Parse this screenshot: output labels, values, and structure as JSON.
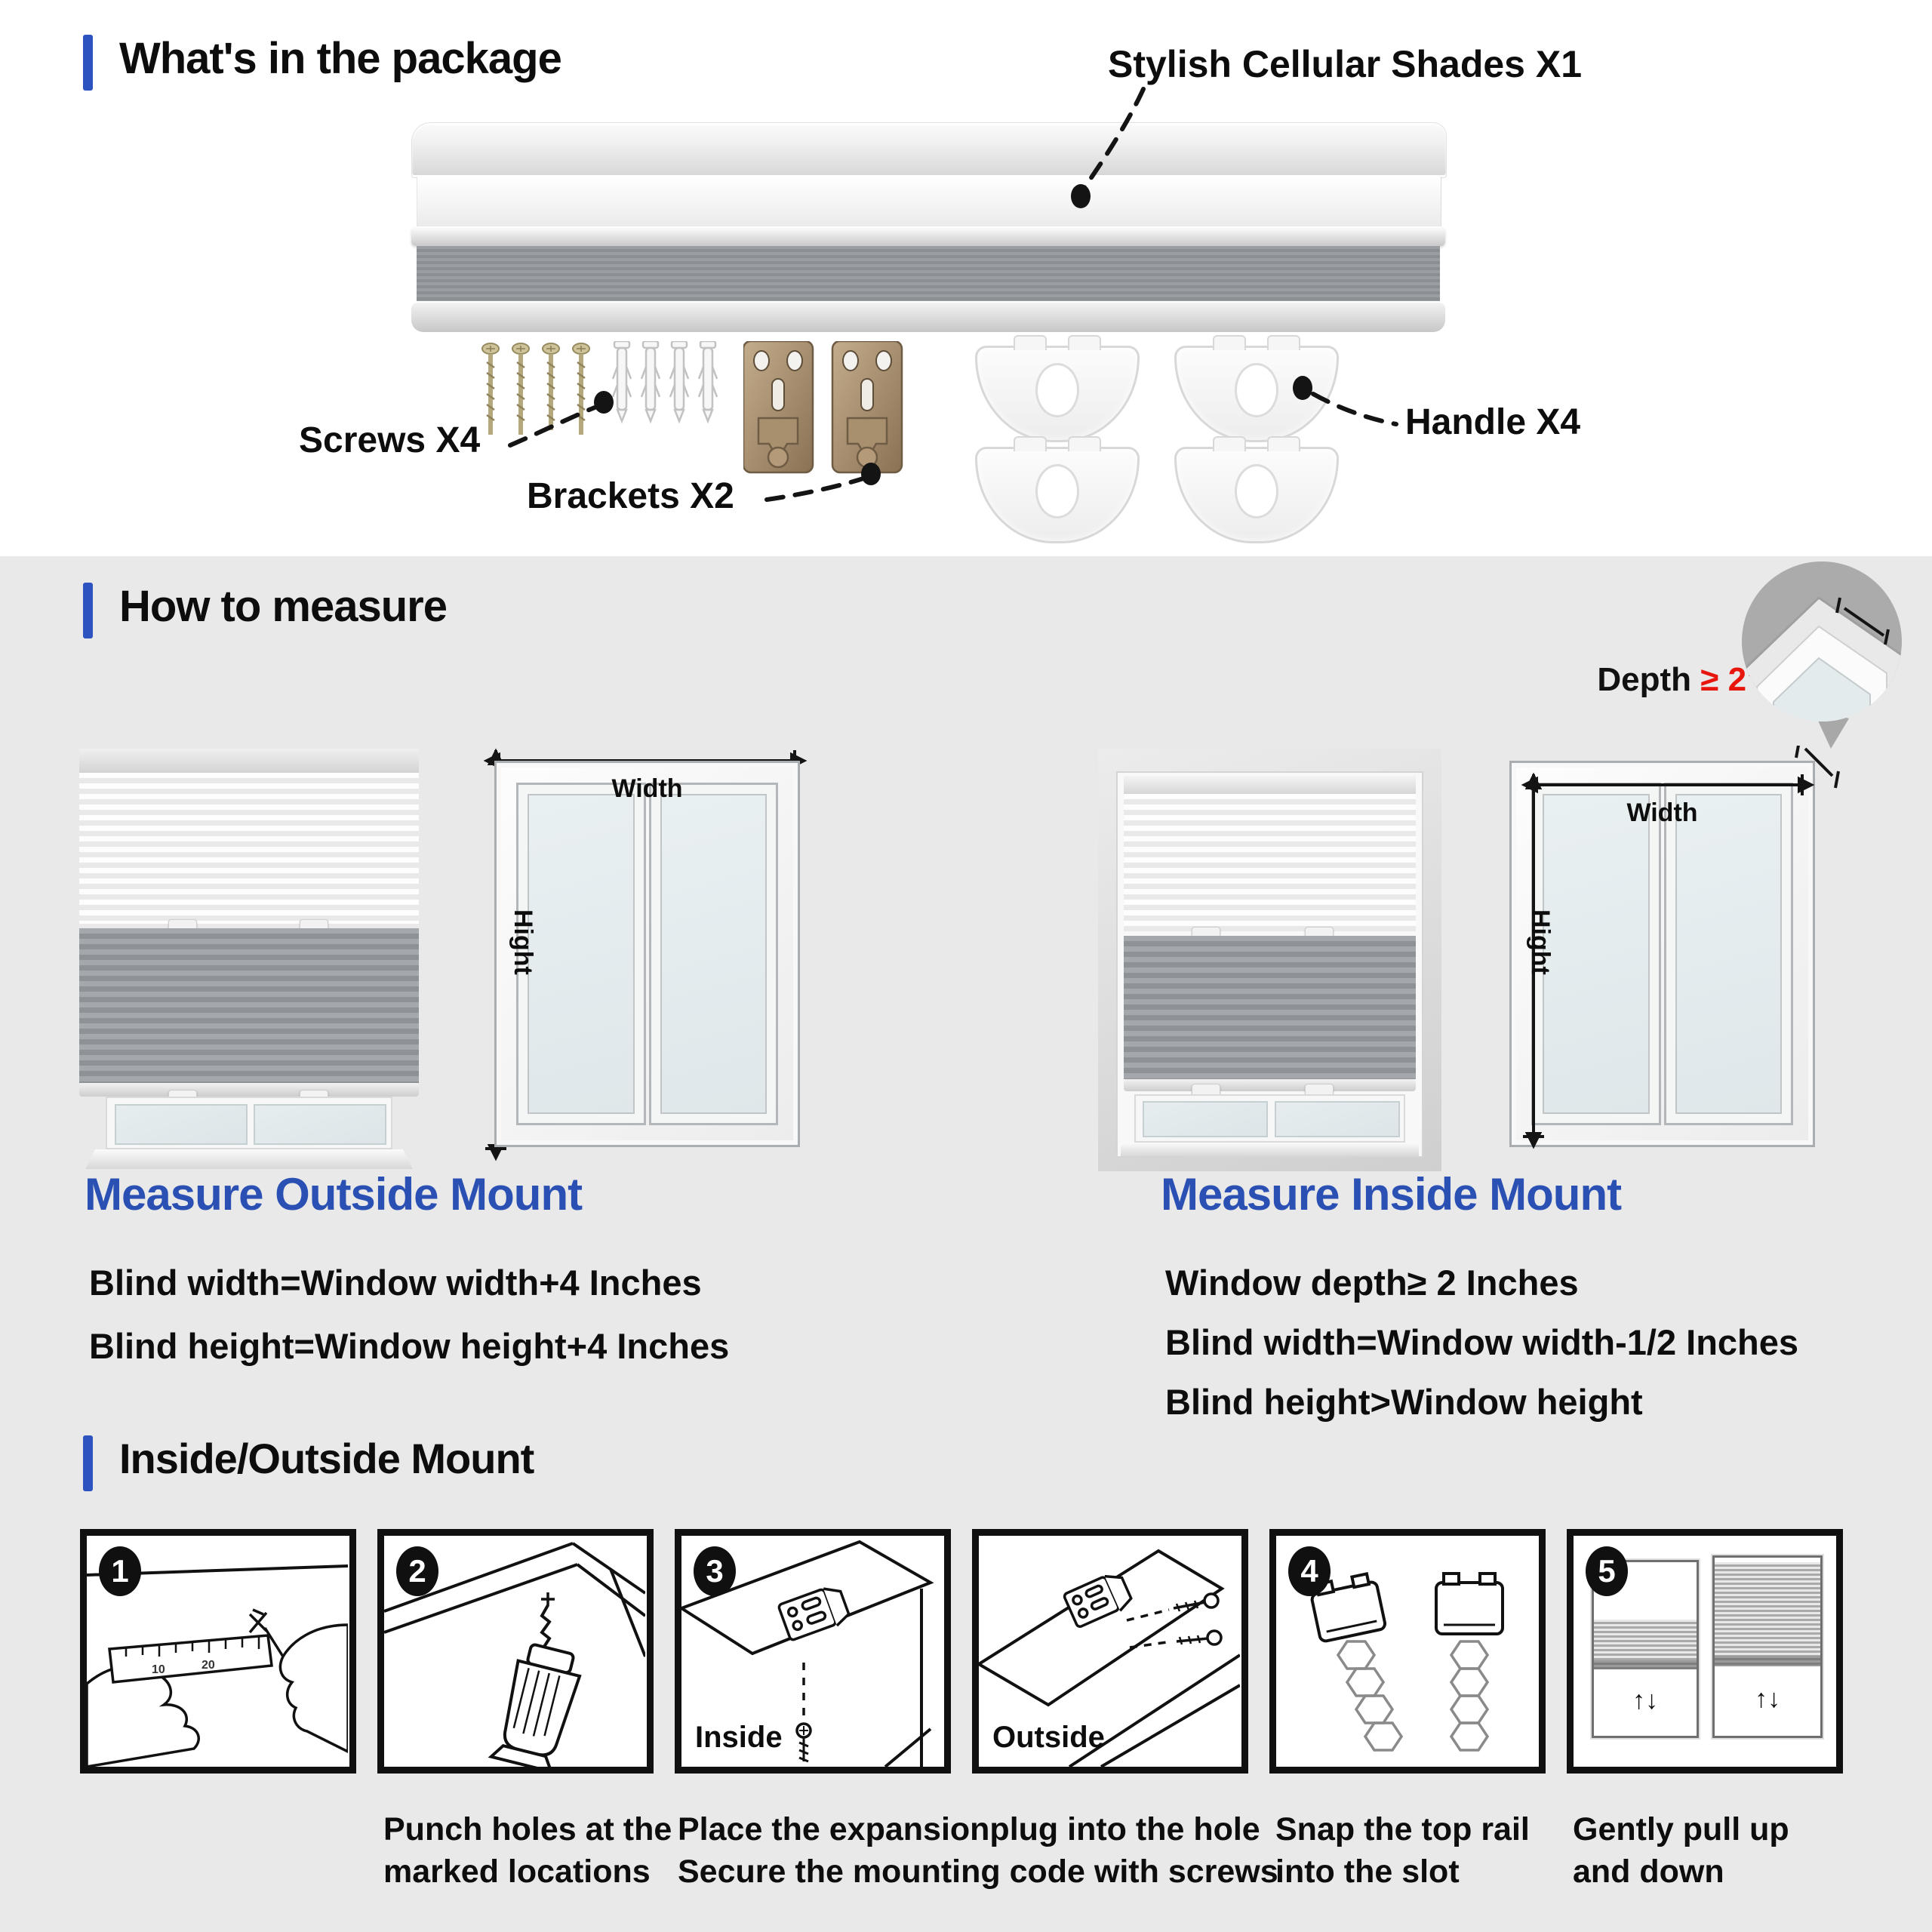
{
  "colors": {
    "accent_blue": "#2d53c0",
    "heading_blue": "#2b50b4",
    "alert_red": "#e8150c",
    "section_bg": "#e9e9e9"
  },
  "package": {
    "title": "What's in the package",
    "shade_label": "Stylish Cellular Shades X1",
    "screws_label": "Screws X4",
    "brackets_label": "Brackets X2",
    "handle_label": "Handle X4"
  },
  "measure": {
    "title": "How to measure",
    "depth_prefix": "Depth ",
    "depth_value": "≥ 2\"",
    "width_label": "Width",
    "height_label": "Hight",
    "outside": {
      "heading": "Measure Outside Mount",
      "lines": [
        "Blind width=Window width+4 Inches",
        "Blind height=Window height+4 Inches"
      ]
    },
    "inside": {
      "heading": "Measure Inside Mount",
      "lines": [
        "Window depth≥ 2 Inches",
        "Blind width=Window width-1/2 Inches",
        "Blind height>Window height"
      ]
    }
  },
  "mount": {
    "title": "Inside/Outside Mount",
    "badges": [
      "1",
      "2",
      "3",
      "4",
      "5"
    ],
    "inside_label": "Inside",
    "outside_label": "Outside",
    "ruler_marks": [
      "10",
      "20"
    ],
    "updown_arrows": "↑↓",
    "captions": [
      {
        "line1": "Punch holes at the",
        "line2": "marked locations"
      },
      {
        "line1": "Place the expansionplug into the hole",
        "line2": "Secure the mounting code with screws"
      },
      {
        "line1": "Snap the top rail",
        "line2": "into the slot"
      },
      {
        "line1": "Gently pull up",
        "line2": "and down"
      }
    ]
  }
}
